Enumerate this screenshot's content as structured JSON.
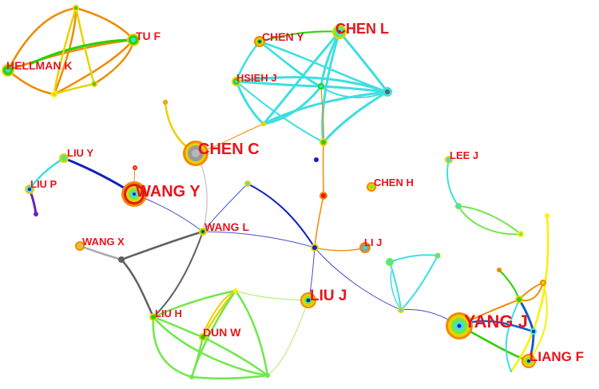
{
  "network": {
    "nodes": [
      {
        "id": "hellman-k",
        "label": "HELLMAN K",
        "size": "medium"
      },
      {
        "id": "tu-f",
        "label": "TU F",
        "size": "medium"
      },
      {
        "id": "chen-y",
        "label": "CHEN Y",
        "size": "medium"
      },
      {
        "id": "chen-l",
        "label": "CHEN L",
        "size": "large"
      },
      {
        "id": "hsieh-j",
        "label": "HSIEH J",
        "size": "small"
      },
      {
        "id": "chen-c",
        "label": "CHEN C",
        "size": "xlarge"
      },
      {
        "id": "liu-y",
        "label": "LIU Y",
        "size": "small"
      },
      {
        "id": "liu-p",
        "label": "LIU P",
        "size": "small"
      },
      {
        "id": "wang-y",
        "label": "WANG Y",
        "size": "xlarge"
      },
      {
        "id": "wang-l",
        "label": "WANG L",
        "size": "medium"
      },
      {
        "id": "wang-x",
        "label": "WANG X",
        "size": "small"
      },
      {
        "id": "liu-h",
        "label": "LIU H",
        "size": "small"
      },
      {
        "id": "dun-w",
        "label": "DUN W",
        "size": "medium"
      },
      {
        "id": "liu-j",
        "label": "LIU J",
        "size": "large"
      },
      {
        "id": "li-j",
        "label": "LI J",
        "size": "small"
      },
      {
        "id": "chen-h",
        "label": "CHEN H",
        "size": "small"
      },
      {
        "id": "lee-j",
        "label": "LEE J",
        "size": "small"
      },
      {
        "id": "yang-j",
        "label": "YANG J",
        "size": "xlarge"
      },
      {
        "id": "liang-f",
        "label": "LIANG F",
        "size": "large"
      }
    ]
  },
  "colors": {
    "label": "#e8141c",
    "background": "#ffffff"
  }
}
